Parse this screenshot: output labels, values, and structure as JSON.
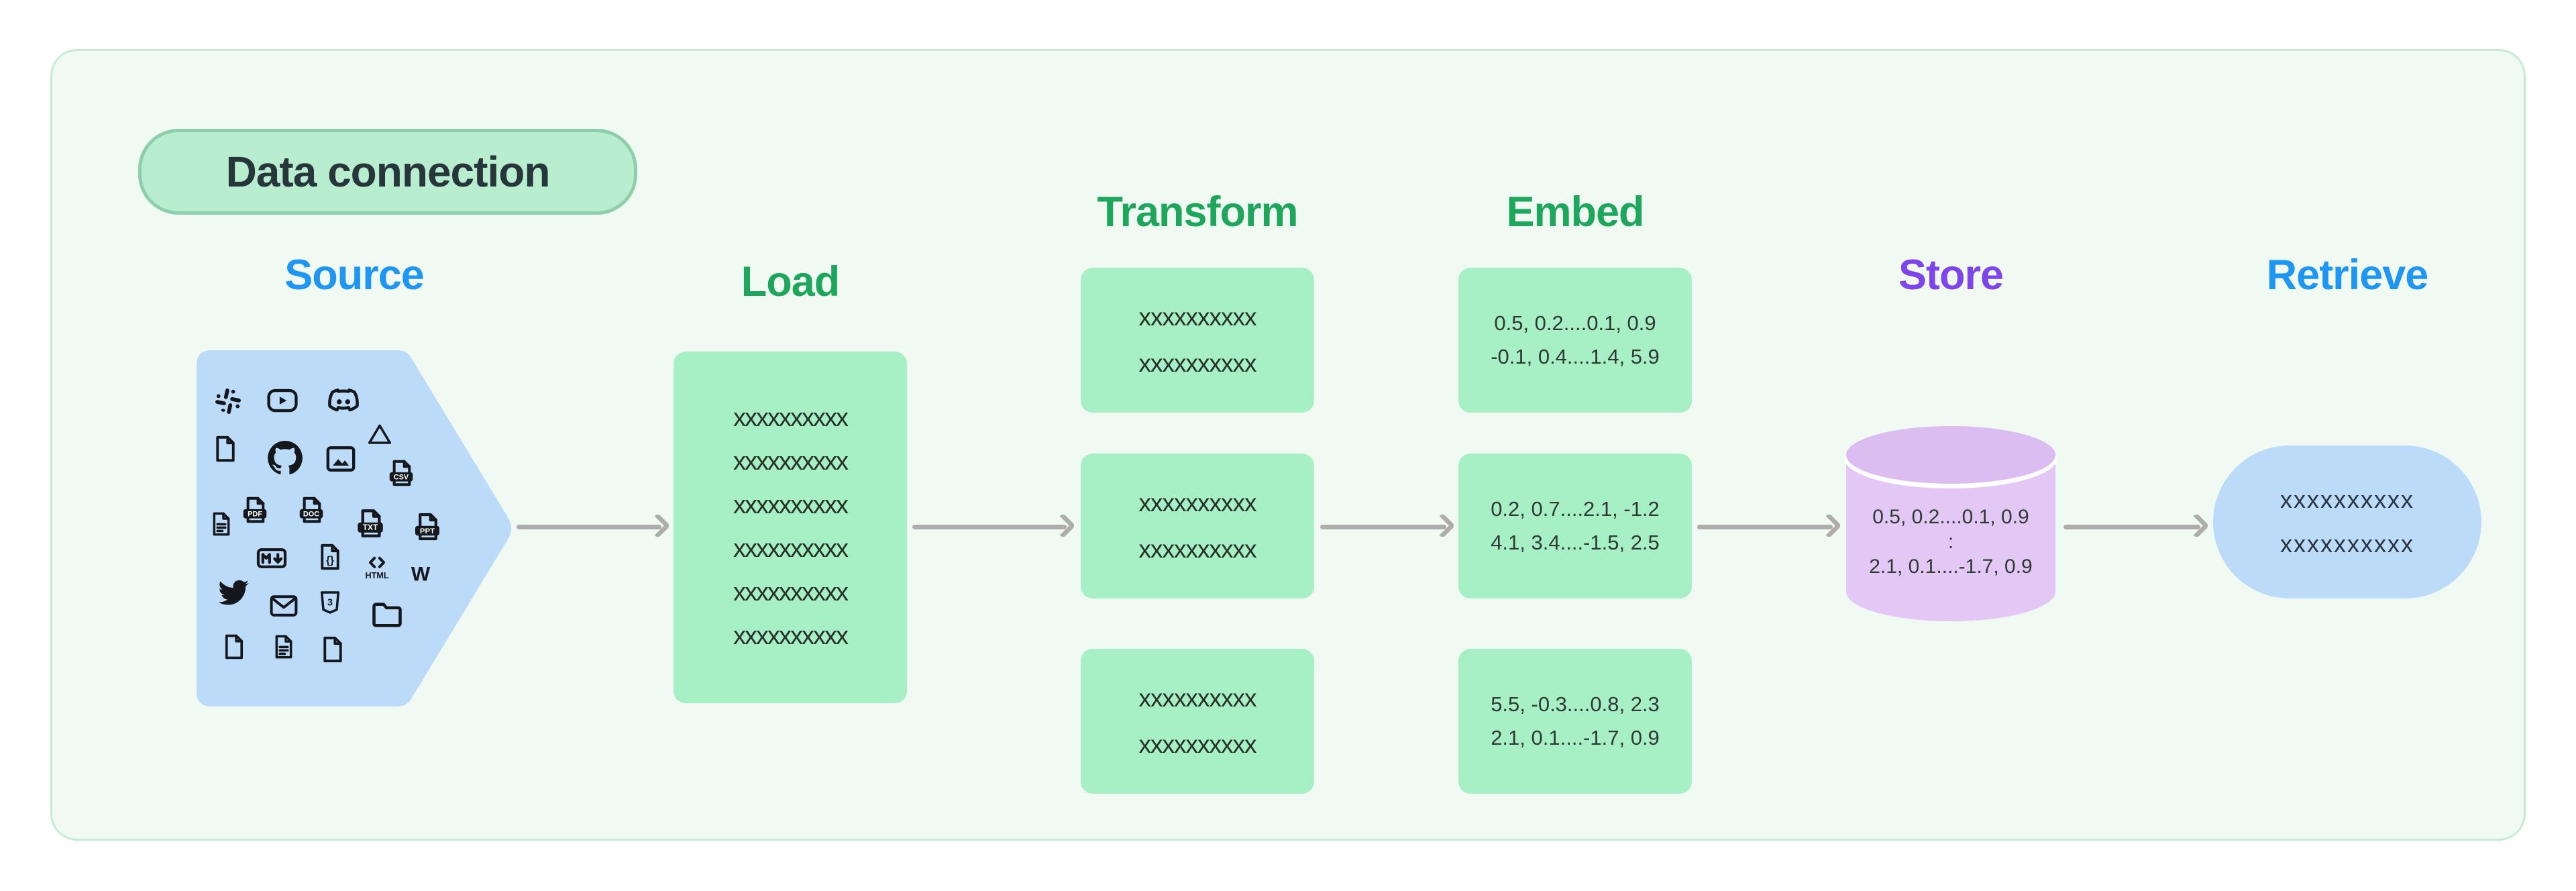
{
  "badge": {
    "label": "Data connection"
  },
  "colors": {
    "page_background": "#ffffff",
    "panel_background": "#f0faf2",
    "panel_border": "#c6ebd3",
    "badge_fill": "#b9edd0",
    "badge_border": "#8ecfab",
    "green_box": "#a7efc5",
    "blue_shape": "#bcdbf8",
    "store_cylinder_body": "#e3c8f6",
    "store_cylinder_top": "#dcbdf2",
    "arrow": "#adadad",
    "title_blue": "#1e96f2",
    "title_green": "#1ea75c",
    "title_purple": "#7e45e8",
    "dark_text": "#27333a"
  },
  "stages": {
    "source": {
      "title": "Source",
      "icons": [
        {
          "name": "slack-icon",
          "type": "slack"
        },
        {
          "name": "youtube-icon",
          "type": "youtube"
        },
        {
          "name": "discord-icon",
          "type": "discord"
        },
        {
          "name": "file-icon",
          "type": "file"
        },
        {
          "name": "github-icon",
          "type": "github"
        },
        {
          "name": "image-icon",
          "type": "image"
        },
        {
          "name": "google-drive-icon",
          "type": "gdrive"
        },
        {
          "name": "csv-file-icon",
          "type": "file-badge",
          "label": "CSV"
        },
        {
          "name": "file-text-icon",
          "type": "file-text"
        },
        {
          "name": "pdf-file-icon",
          "type": "file-badge",
          "label": "PDF"
        },
        {
          "name": "doc-file-icon",
          "type": "file-badge",
          "label": "DOC"
        },
        {
          "name": "txt-file-icon",
          "type": "file-badge",
          "label": "TXT"
        },
        {
          "name": "ppt-file-icon",
          "type": "file-badge",
          "label": "PPT"
        },
        {
          "name": "markdown-icon",
          "type": "markdown",
          "label": "M↓"
        },
        {
          "name": "json-file-icon",
          "type": "json-file",
          "label": "{}"
        },
        {
          "name": "html-icon",
          "type": "html",
          "label": "HTML"
        },
        {
          "name": "wikipedia-icon",
          "type": "wikipedia",
          "label": "W"
        },
        {
          "name": "twitter-icon",
          "type": "twitter"
        },
        {
          "name": "email-icon",
          "type": "email"
        },
        {
          "name": "css-shield-icon",
          "type": "css-shield",
          "label": "3"
        },
        {
          "name": "folder-icon",
          "type": "folder"
        },
        {
          "name": "file-icon",
          "type": "file"
        },
        {
          "name": "file-text-icon",
          "type": "file-text"
        },
        {
          "name": "file-icon",
          "type": "file"
        }
      ]
    },
    "load": {
      "title": "Load",
      "lines": [
        "xxxxxxxxxx",
        "xxxxxxxxxx",
        "xxxxxxxxxx",
        "xxxxxxxxxx",
        "xxxxxxxxxx",
        "xxxxxxxxxx"
      ]
    },
    "transform": {
      "title": "Transform",
      "boxes": [
        [
          "xxxxxxxxxx",
          "xxxxxxxxxx"
        ],
        [
          "xxxxxxxxxx",
          "xxxxxxxxxx"
        ],
        [
          "xxxxxxxxxx",
          "xxxxxxxxxx"
        ]
      ]
    },
    "embed": {
      "title": "Embed",
      "boxes": [
        [
          "0.5, 0.2....0.1, 0.9",
          "-0.1, 0.4....1.4, 5.9"
        ],
        [
          "0.2, 0.7....2.1, -1.2",
          "4.1, 3.4....-1.5, 2.5"
        ],
        [
          "5.5, -0.3....0.8, 2.3",
          "2.1, 0.1....-1.7, 0.9"
        ]
      ]
    },
    "store": {
      "title": "Store",
      "lines": [
        "0.5, 0.2....0.1, 0.9",
        ":",
        "2.1, 0.1....-1.7, 0.9"
      ]
    },
    "retrieve": {
      "title": "Retrieve",
      "lines": [
        "xxxxxxxxxx",
        "xxxxxxxxxx"
      ]
    }
  }
}
